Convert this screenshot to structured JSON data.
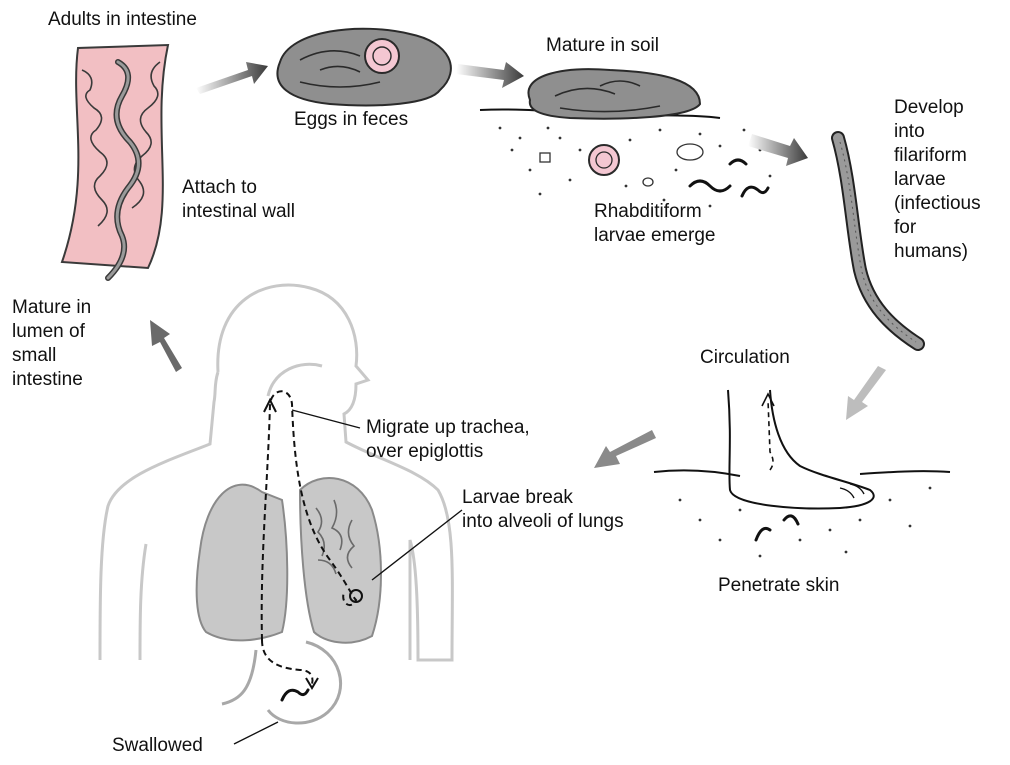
{
  "colors": {
    "body_outline": "#c8c8c8",
    "organ_fill": "#c8c8c8",
    "organ_stroke": "#8a8a8a",
    "intestine_fill": "#f2bfc3",
    "intestine_stroke": "#3a3a3a",
    "feces_fill": "#8f8f8f",
    "egg_fill": "#f4c7d2",
    "worm_fill": "#9a9a9a",
    "arrow": "#444444",
    "line": "#111111"
  },
  "labels": {
    "adults_in_intestine": "Adults in intestine",
    "attach_to_wall": "Attach to\nintestinal wall",
    "eggs_in_feces": "Eggs in feces",
    "mature_in_soil": "Mature in soil",
    "rhabditiform": "Rhabditiform\nlarvae emerge",
    "develop_filariform": "Develop\ninto\nfilariform\nlarvae\n(infectious\nfor\nhumans)",
    "circulation": "Circulation",
    "penetrate_skin": "Penetrate skin",
    "larvae_break": "Larvae break\ninto alveoli of lungs",
    "migrate_trachea": "Migrate up trachea,\nover epiglottis",
    "swallowed": "Swallowed",
    "mature_in_lumen": "Mature in\nlumen of\nsmall\nintestine"
  }
}
